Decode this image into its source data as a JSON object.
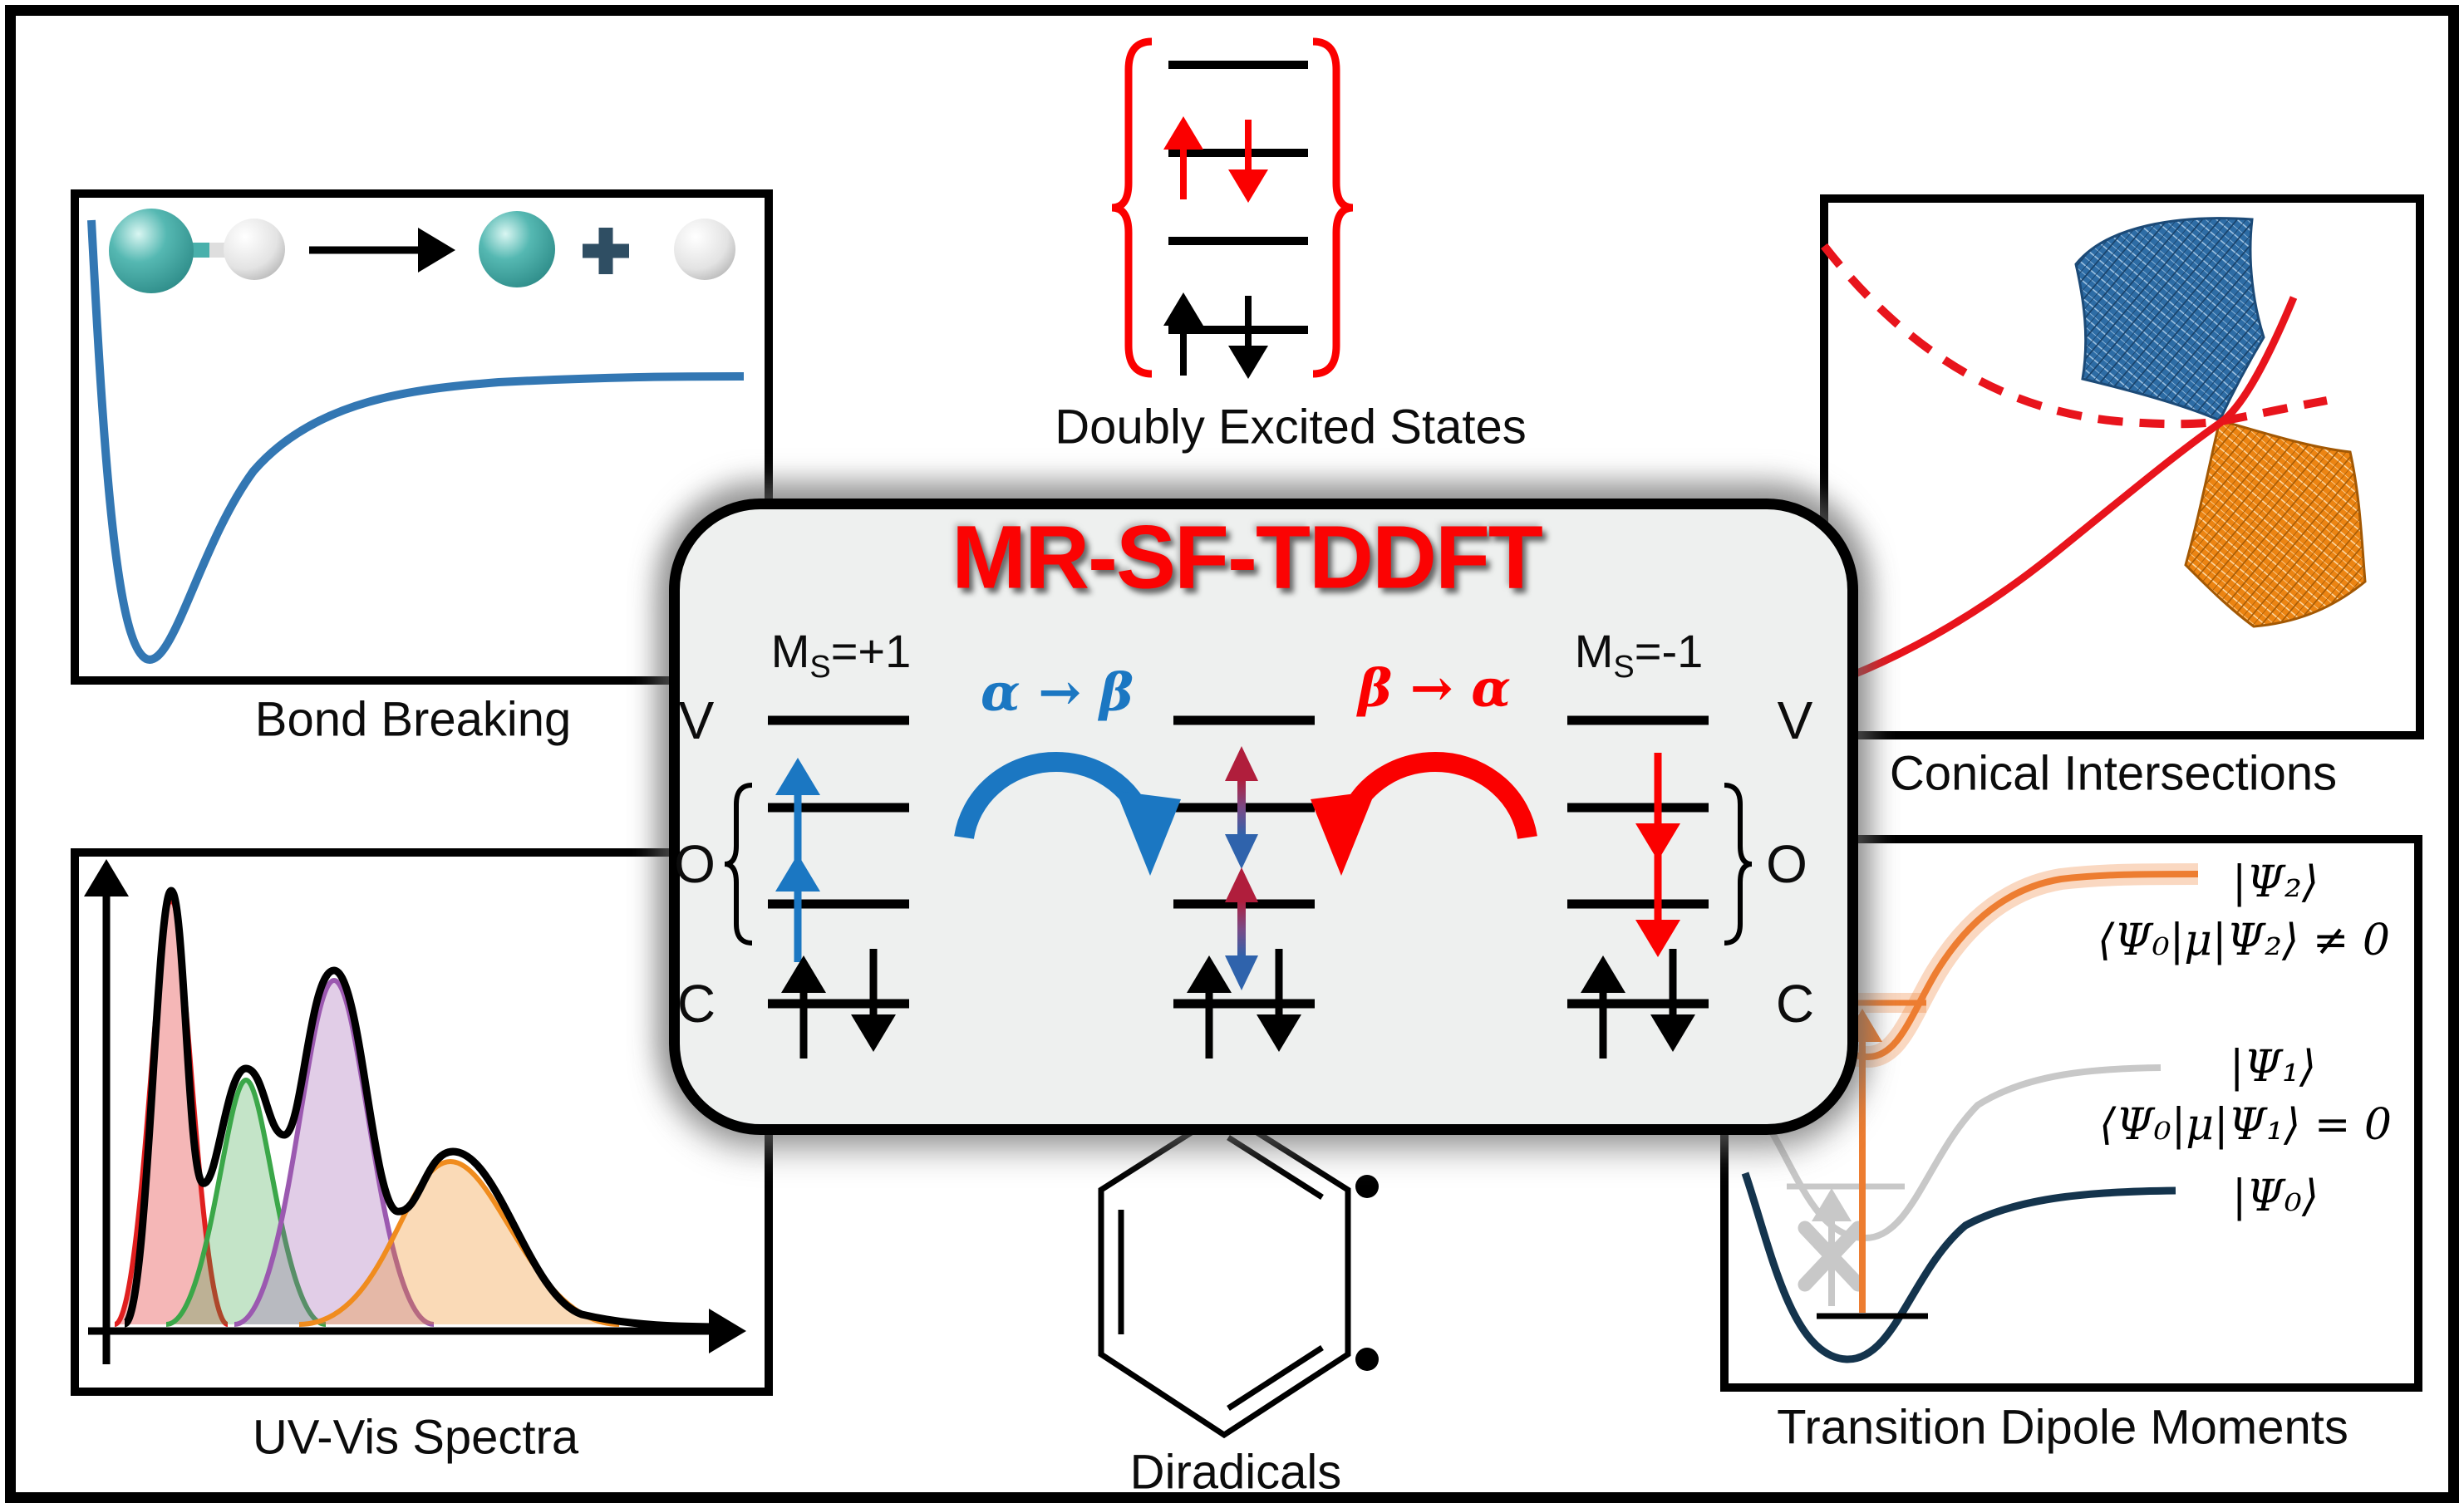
{
  "colors": {
    "accent_red": "#fb0000",
    "accent_blue": "#1b77c2",
    "morse_blue": "#3377b3",
    "teal_atom": "#49b0ab",
    "navy_curve": "#14344d",
    "gray_curve": "#c2c2c2",
    "orange_curve": "#ed7d31",
    "mesh_blue": "#2d6ca5",
    "mesh_orange": "#ec8412",
    "box_fill": "#eef0ef",
    "spectra_red": "#e01f1f",
    "spectra_green": "#3ba749",
    "spectra_purple": "#9b59b0",
    "spectra_orange": "#f08c1e"
  },
  "top_diagram": {
    "label": "Doubly Excited States"
  },
  "panels": {
    "bond_breaking": {
      "label": "Bond Breaking",
      "plus": "+"
    },
    "conical": {
      "label": "Conical Intersections"
    },
    "uvvis": {
      "label": "UV-Vis Spectra"
    },
    "tdm": {
      "label": "Transition Dipole Moments",
      "psi2": "|Ψ₂⟩",
      "psi2_rule": "⟨Ψ₀|μ|Ψ₂⟩ ≠ 0",
      "psi1": "|Ψ₁⟩",
      "psi1_rule": "⟨Ψ₀|μ|Ψ₁⟩ = 0",
      "psi0": "|Ψ₀⟩"
    }
  },
  "center_box": {
    "title": "MR-SF-TDDFT",
    "ms_plus": {
      "m": "M",
      "sub": "S",
      "eq": "=+1"
    },
    "ms_minus": {
      "m": "M",
      "sub": "S",
      "eq": "=-1"
    },
    "alpha_to_beta": "α → β",
    "beta_to_alpha": "β → α",
    "left_labels": {
      "v": "V",
      "o": "O",
      "c": "C"
    },
    "right_labels": {
      "v": "V",
      "o": "O",
      "c": "C"
    }
  },
  "bottom_diagram": {
    "label": "Diradicals"
  }
}
